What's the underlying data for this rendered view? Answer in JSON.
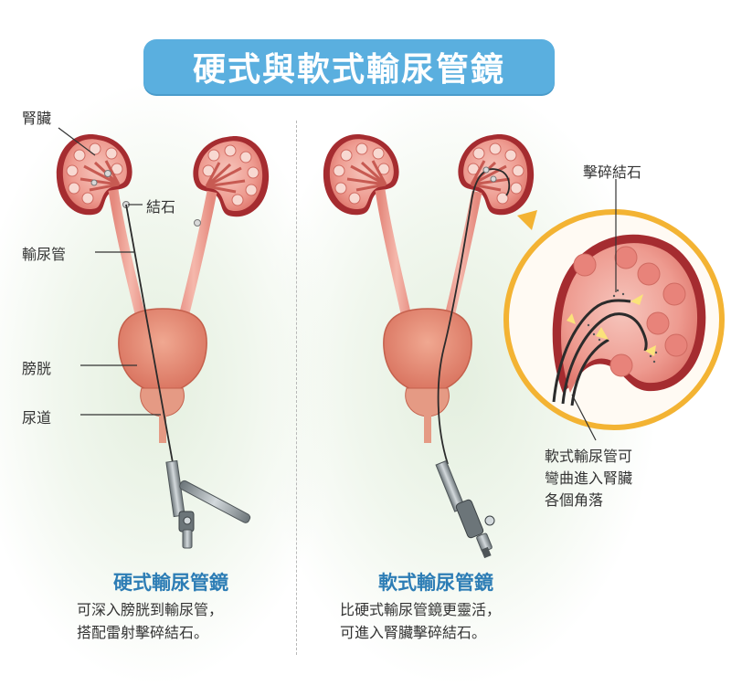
{
  "title": "硬式與軟式輸尿管鏡",
  "labels": {
    "kidney": "腎臟",
    "stone": "結石",
    "ureter": "輸尿管",
    "bladder": "膀胱",
    "urethra": "尿道",
    "crush_stone": "擊碎結石",
    "flex_note": [
      "軟式輸尿管可",
      "彎曲進入腎臟",
      "各個角落"
    ]
  },
  "left_caption": {
    "title": "硬式輸尿管鏡",
    "lines": [
      "可深入膀胱到輸尿管，",
      "搭配雷射擊碎結石。"
    ]
  },
  "right_caption": {
    "title": "軟式輸尿管鏡",
    "lines": [
      "比硬式輸尿管鏡更靈活，",
      "可進入腎臟擊碎結石。"
    ]
  },
  "colors": {
    "title_bg": "#5aafdf",
    "caption_title": "#2d7db5",
    "kidney": "#e8837a",
    "kidney_dark": "#9e2b2e",
    "zoom_ring": "#f3b333"
  }
}
